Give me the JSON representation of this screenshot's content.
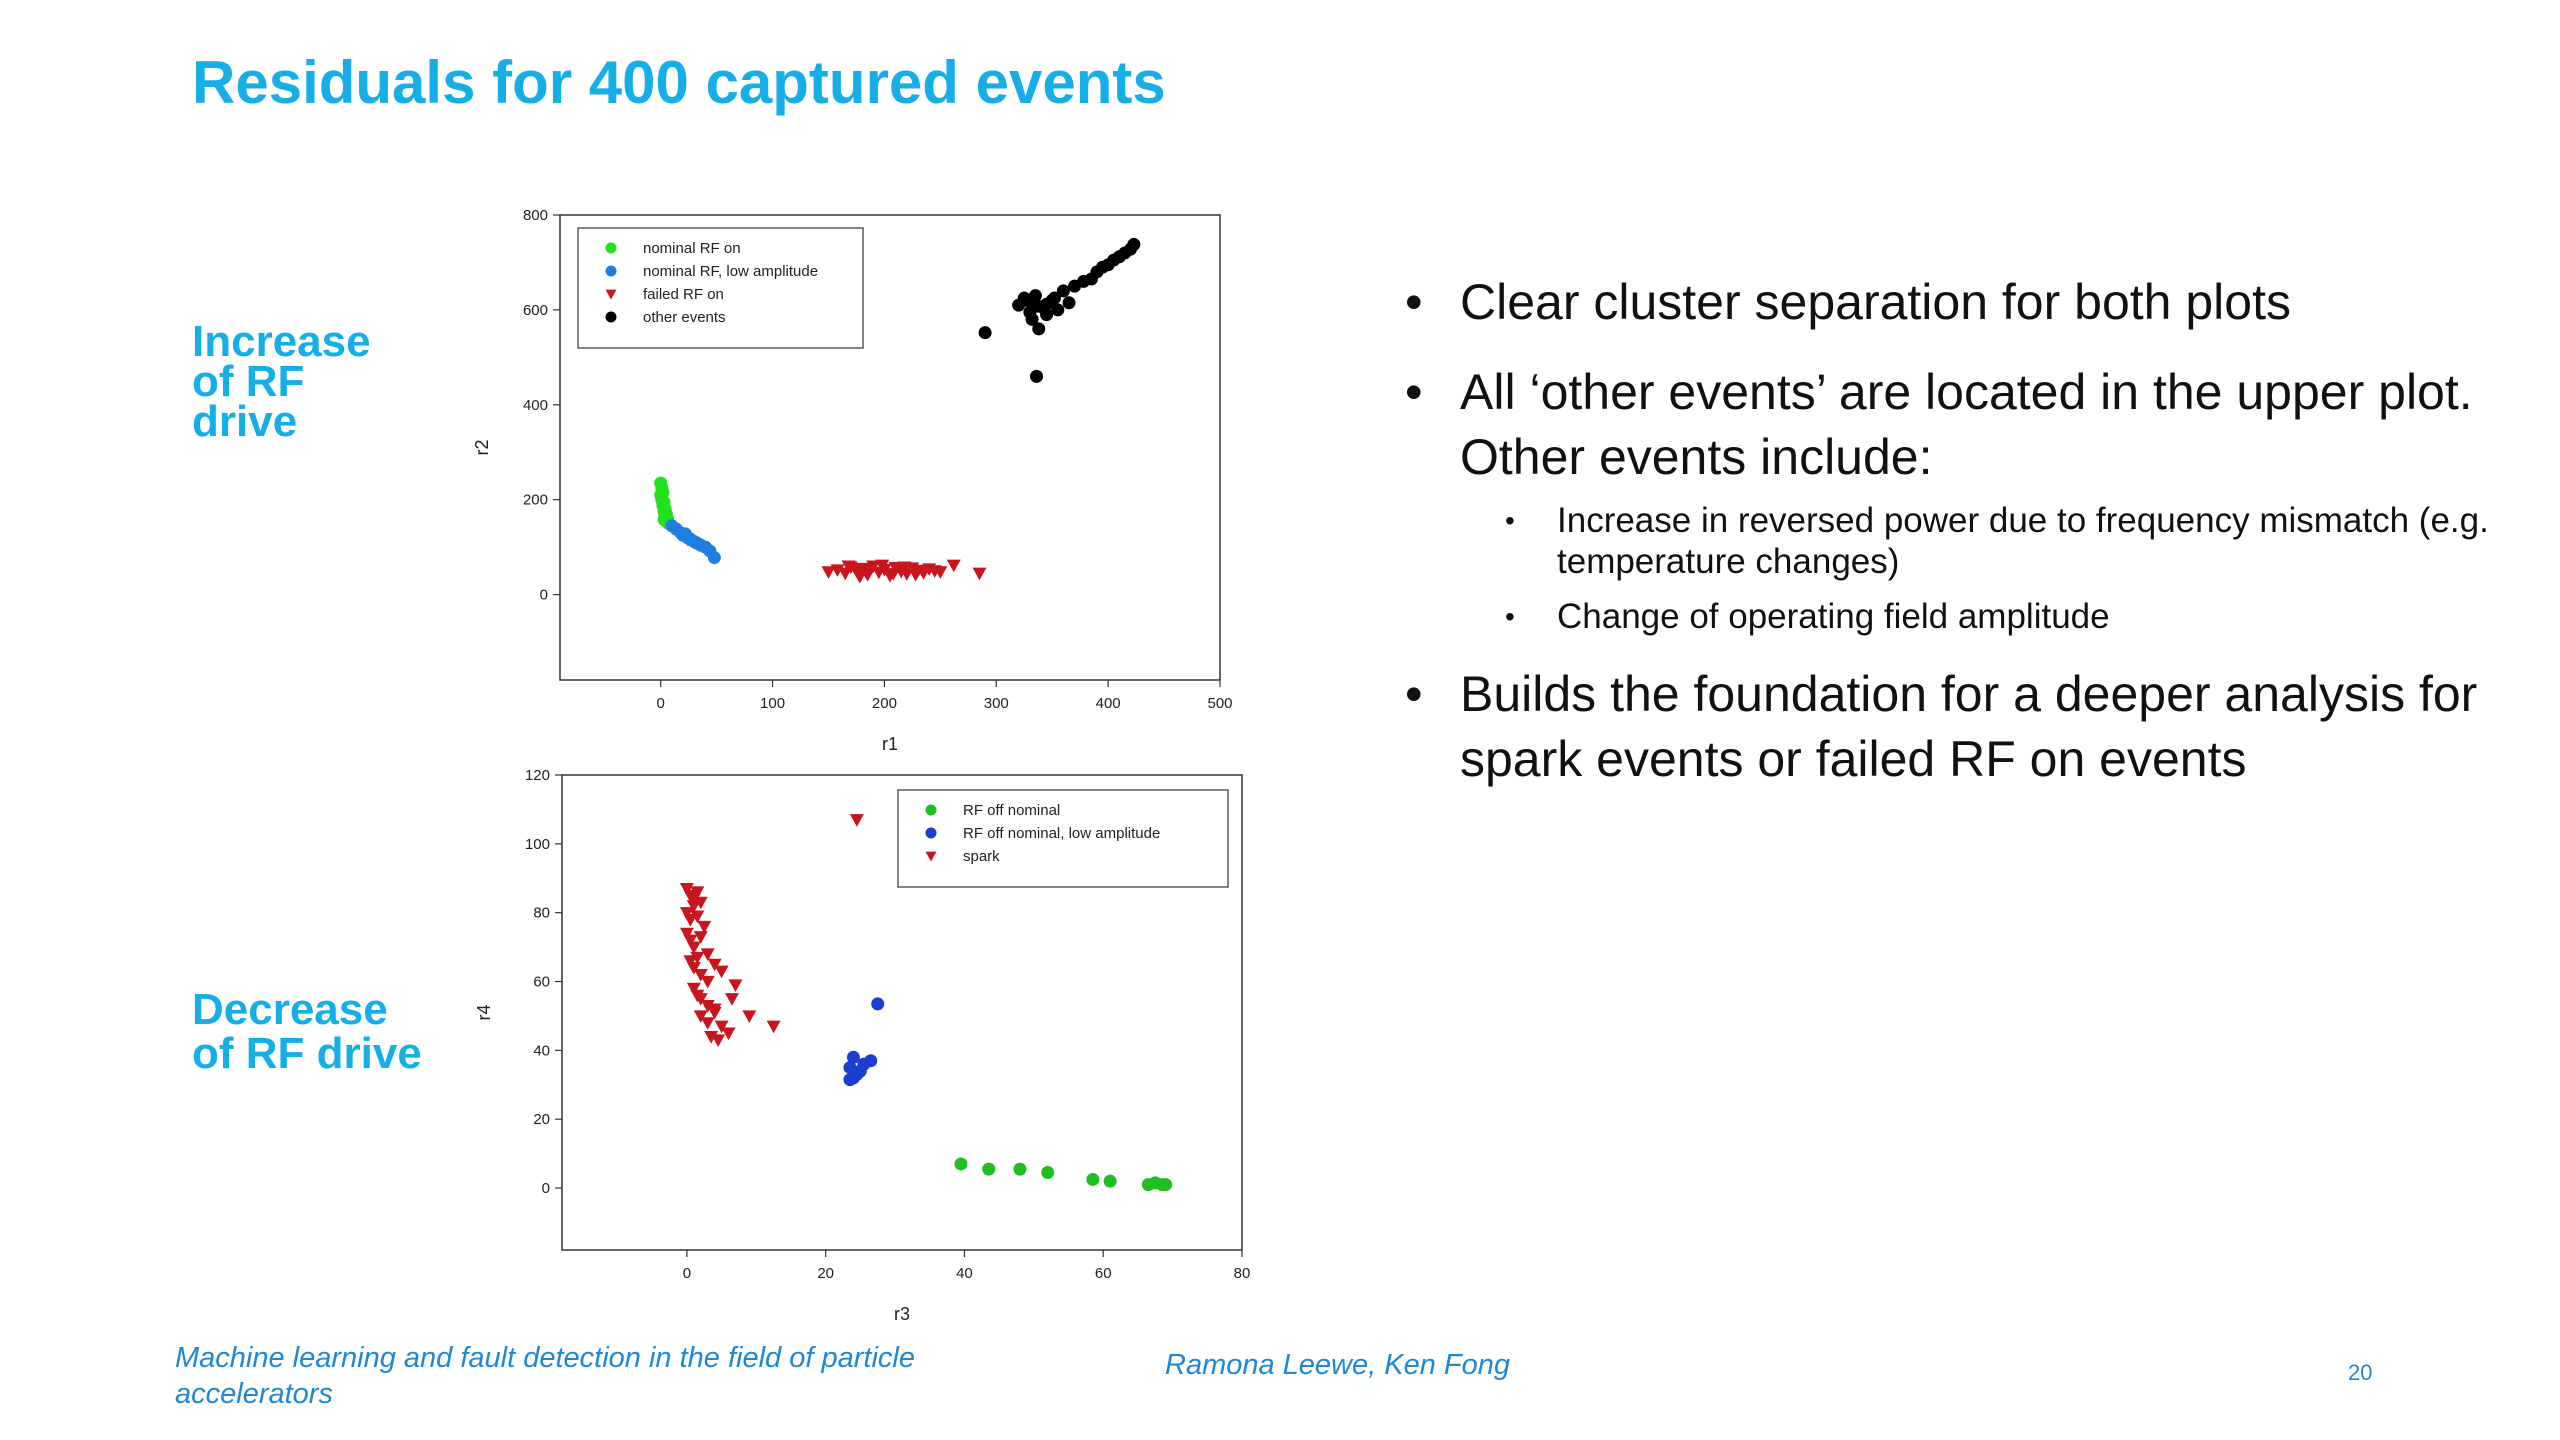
{
  "slide": {
    "title": "Residuals for 400 captured events",
    "label_top": [
      "Increase",
      "of RF",
      "drive"
    ],
    "label_bottom": [
      "Decrease",
      "of RF drive"
    ],
    "bullets": [
      {
        "text": "Clear cluster separation for both plots"
      },
      {
        "text": "All ‘other events’ are located in the upper plot. Other events include:",
        "sub": [
          "Increase in reversed power due to frequency mismatch (e.g. temperature changes)",
          "Change of operating field amplitude"
        ]
      },
      {
        "text": "Builds the foundation for a deeper analysis for spark events or failed RF on events"
      }
    ],
    "footer": {
      "left": "Machine learning and fault detection in the field of particle accelerators",
      "authors": "Ramona Leewe, Ken Fong",
      "page": "20"
    }
  },
  "chart_data": [
    {
      "type": "scatter",
      "title": "",
      "xlabel": "r1",
      "ylabel": "r2",
      "xlim": [
        -90,
        500
      ],
      "ylim": [
        -180,
        800
      ],
      "xticks": [
        0,
        100,
        200,
        300,
        400,
        500
      ],
      "yticks": [
        0,
        200,
        400,
        600,
        800
      ],
      "legend_position": "top-left",
      "series": [
        {
          "name": "nominal RF on",
          "color": "#22e01e",
          "marker": "circle",
          "x": [
            0,
            1,
            2,
            0,
            1,
            3,
            2,
            4,
            3,
            5,
            4,
            6,
            3,
            5,
            7
          ],
          "y": [
            235,
            225,
            215,
            210,
            200,
            195,
            188,
            180,
            175,
            170,
            165,
            160,
            158,
            155,
            150
          ]
        },
        {
          "name": "nominal RF, low amplitude",
          "color": "#1f7fe0",
          "marker": "circle",
          "x": [
            10,
            14,
            18,
            20,
            24,
            27,
            30,
            33,
            36,
            40,
            44,
            48,
            22,
            26,
            31
          ],
          "y": [
            145,
            138,
            130,
            125,
            120,
            115,
            112,
            108,
            104,
            100,
            92,
            78,
            128,
            118,
            110
          ]
        },
        {
          "name": "failed RF on",
          "color": "#c8161e",
          "marker": "triangle-down",
          "x": [
            150,
            158,
            165,
            170,
            175,
            180,
            185,
            190,
            195,
            200,
            205,
            210,
            215,
            220,
            225,
            230,
            235,
            240,
            245,
            250,
            262,
            285,
            168,
            178,
            188,
            198,
            208,
            218,
            228,
            183
          ],
          "y": [
            48,
            52,
            45,
            58,
            50,
            55,
            42,
            60,
            47,
            53,
            40,
            57,
            49,
            44,
            56,
            51,
            46,
            54,
            50,
            48,
            62,
            45,
            60,
            38,
            55,
            62,
            44,
            58,
            42,
            50
          ]
        },
        {
          "name": "other events",
          "color": "#000000",
          "marker": "circle",
          "x": [
            290,
            320,
            325,
            330,
            335,
            338,
            342,
            345,
            350,
            355,
            360,
            365,
            370,
            378,
            385,
            390,
            395,
            400,
            405,
            410,
            415,
            420,
            423,
            328,
            332,
            337,
            345,
            352,
            336
          ],
          "y": [
            552,
            610,
            625,
            595,
            630,
            560,
            605,
            590,
            620,
            600,
            640,
            615,
            650,
            660,
            665,
            680,
            690,
            695,
            705,
            712,
            720,
            728,
            738,
            620,
            580,
            608,
            612,
            625,
            460
          ]
        }
      ]
    },
    {
      "type": "scatter",
      "title": "",
      "xlabel": "r3",
      "ylabel": "r4",
      "xlim": [
        -18,
        80
      ],
      "ylim": [
        -18,
        120
      ],
      "xticks": [
        0,
        20,
        40,
        60,
        80
      ],
      "yticks": [
        0,
        20,
        40,
        60,
        80,
        100,
        120
      ],
      "legend_position": "top-right",
      "series": [
        {
          "name": "RF off nominal",
          "color": "#1fbf1f",
          "marker": "circle",
          "x": [
            39.5,
            43.5,
            48,
            52,
            58.5,
            61,
            66.5,
            67.5,
            68.5,
            69
          ],
          "y": [
            7,
            5.5,
            5.5,
            4.5,
            2.5,
            2,
            1,
            1.5,
            1,
            1
          ]
        },
        {
          "name": "RF off nominal, low amplitude",
          "color": "#1a3fd0",
          "marker": "circle",
          "x": [
            27.5,
            24,
            25.5,
            23.5,
            26.5,
            24.5,
            25,
            23.5,
            24
          ],
          "y": [
            53.5,
            38,
            36,
            35,
            37,
            33,
            34,
            31.5,
            32
          ]
        },
        {
          "name": "spark",
          "color": "#c8161e",
          "marker": "triangle-down",
          "x": [
            24.5,
            0,
            0.5,
            1,
            1.5,
            2,
            0,
            0.5,
            1,
            1.5,
            2.5,
            0,
            0.5,
            1,
            2,
            3,
            0.5,
            1,
            1.5,
            2,
            3,
            4,
            1,
            1.5,
            2,
            3,
            4,
            5,
            2,
            3,
            4,
            5,
            6,
            7,
            3.5,
            4.5,
            6.5,
            9,
            12.5
          ],
          "y": [
            107,
            87,
            85,
            84,
            86,
            83,
            80,
            78,
            82,
            79,
            76,
            74,
            72,
            70,
            73,
            68,
            66,
            64,
            67,
            62,
            60,
            65,
            58,
            56,
            55,
            53,
            51,
            63,
            50,
            48,
            52,
            47,
            45,
            59,
            44,
            43,
            55,
            50,
            47
          ]
        }
      ]
    }
  ]
}
